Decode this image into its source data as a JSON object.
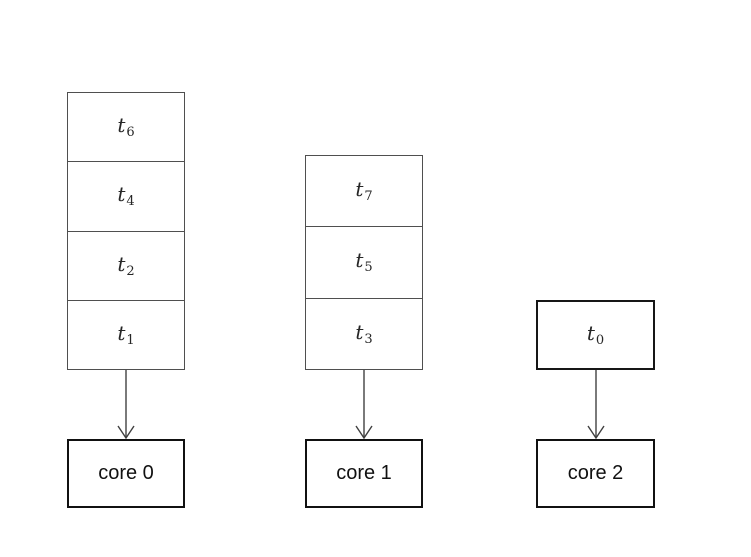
{
  "diagram": {
    "description": "task queues mapped to cores",
    "colors": {
      "background": "#ffffff",
      "queue_border": "#4f4f4f",
      "thick_box_border": "#161616",
      "arrow": "#404040",
      "task_text": "#262626",
      "core_text": "#111111"
    },
    "columns": [
      {
        "core_label": "core 0",
        "tasks": [
          {
            "base": "t",
            "sub": "6"
          },
          {
            "base": "t",
            "sub": "4"
          },
          {
            "base": "t",
            "sub": "2"
          },
          {
            "base": "t",
            "sub": "1"
          }
        ]
      },
      {
        "core_label": "core 1",
        "tasks": [
          {
            "base": "t",
            "sub": "7"
          },
          {
            "base": "t",
            "sub": "5"
          },
          {
            "base": "t",
            "sub": "3"
          }
        ]
      },
      {
        "core_label": "core 2",
        "tasks": [
          {
            "base": "t",
            "sub": "0"
          }
        ]
      }
    ]
  }
}
